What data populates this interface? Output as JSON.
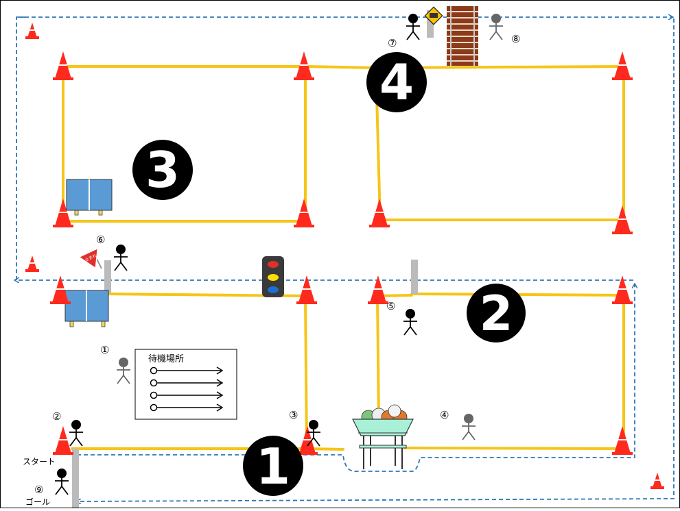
{
  "colors": {
    "course_line": "#F5C518",
    "route_dash": "#2E75B6",
    "cone": "#FF2A1E",
    "zone_badge": "#000000",
    "table": "#5B9BD5",
    "person_dark": "#000000",
    "person_gray": "#666666",
    "rail_track": "#8B3A1A",
    "ball_cart": "#A8F0D8",
    "gate_post": "#BBBBBB",
    "sign_stop": "#E0302A",
    "sign_warning": "#FFC000"
  },
  "zones": [
    {
      "id": "1",
      "glyph": "1"
    },
    {
      "id": "2",
      "glyph": "2"
    },
    {
      "id": "3",
      "glyph": "3"
    },
    {
      "id": "4",
      "glyph": "4"
    }
  ],
  "stations": [
    {
      "id": "st1",
      "label": "①",
      "person": "gray"
    },
    {
      "id": "st2",
      "label": "②",
      "person": "dark"
    },
    {
      "id": "st3",
      "label": "③",
      "person": "dark"
    },
    {
      "id": "st4",
      "label": "④",
      "person": "gray"
    },
    {
      "id": "st5",
      "label": "⑤",
      "person": "dark"
    },
    {
      "id": "st6",
      "label": "⑥",
      "person": "dark"
    },
    {
      "id": "st7",
      "label": "⑦",
      "person": "dark"
    },
    {
      "id": "st8",
      "label": "⑧",
      "person": "gray"
    },
    {
      "id": "st9",
      "label": "⑨",
      "person": "dark"
    }
  ],
  "start_label": "スタート",
  "goal_label": "ゴール",
  "waiting_area": {
    "title": "待機場所",
    "lanes": 4
  },
  "signs": {
    "stop_sign_text": "止まれ",
    "traffic_light": [
      "red",
      "yellow",
      "blue"
    ],
    "railroad_warning": "warning-icon"
  }
}
